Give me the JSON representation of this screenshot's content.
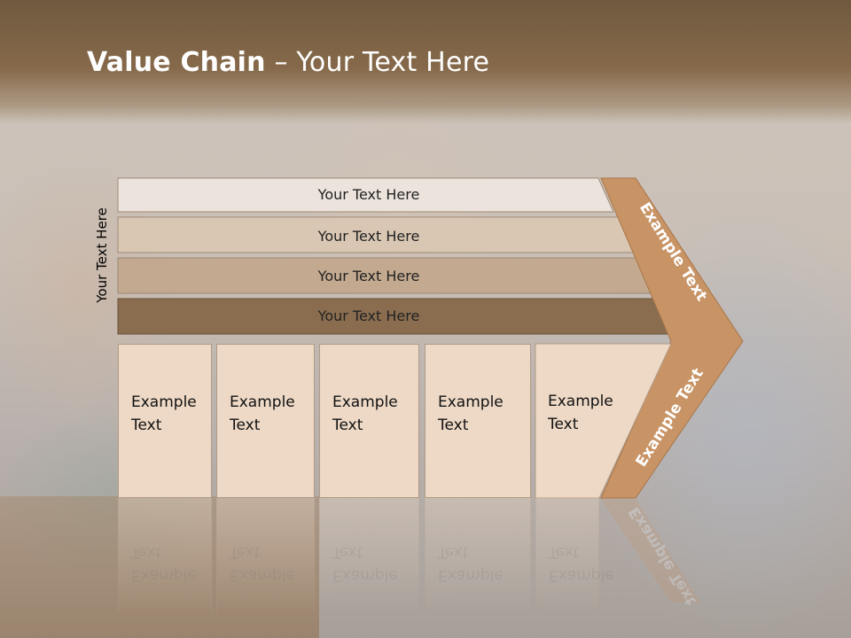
{
  "title": {
    "bold": "Value Chain",
    "rest": " – Your Text Here"
  },
  "side_label": "Your Text Here",
  "bars": [
    {
      "label": "Your Text Here",
      "color": "#ece4dc"
    },
    {
      "label": "Your Text Here",
      "color": "#d9c7b4"
    },
    {
      "label": "Your Text Here",
      "color": "#c2a98f"
    },
    {
      "label": "Your Text Here",
      "color": "#8a6d4f"
    }
  ],
  "cards": [
    {
      "line1": "Example",
      "line2": "Text"
    },
    {
      "line1": "Example",
      "line2": "Text"
    },
    {
      "line1": "Example",
      "line2": "Text"
    },
    {
      "line1": "Example",
      "line2": "Text"
    },
    {
      "line1": "Example",
      "line2": "Text"
    }
  ],
  "chevron": {
    "upper_label": "Example Text",
    "lower_label": "Example Text",
    "color": "#c89466"
  },
  "colors": {
    "header": "#7a6244",
    "card_fill": "#edd9c6",
    "card_border": "#b09a86"
  }
}
